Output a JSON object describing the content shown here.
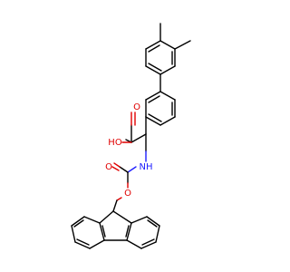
{
  "atoms": {
    "carbonyl_o": "O",
    "hydroxyl": "HO",
    "amine": "NH",
    "carbamate_o": "O",
    "ether_o": "O"
  },
  "colors": {
    "bond": "#000000",
    "oxygen": "#e00000",
    "nitrogen": "#2020ff",
    "background": "#ffffff"
  }
}
